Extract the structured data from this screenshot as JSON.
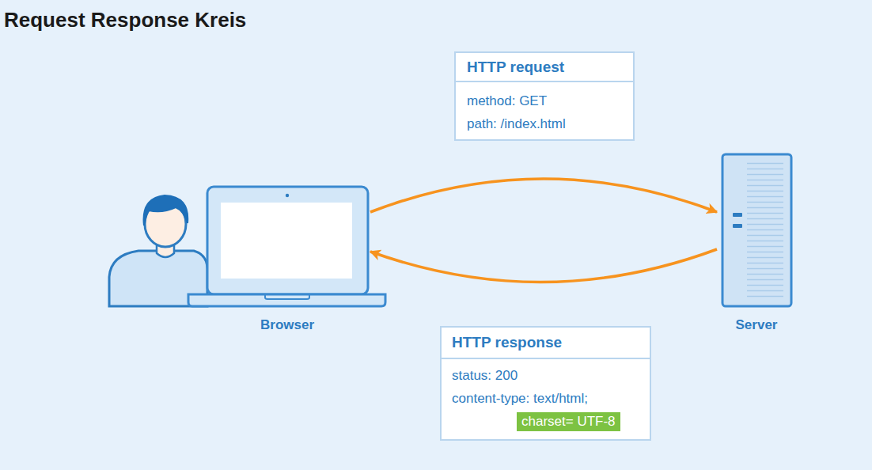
{
  "diagram": {
    "title": "Request Response Kreis",
    "nodes": [
      {
        "text": [
          "HTTP request",
          "method: GET",
          "path: /index.html"
        ]
      },
      {
        "text": [
          "Browser"
        ]
      },
      {
        "text": [
          "Server"
        ]
      },
      {
        "text": [
          "HTTP response",
          "status: 200",
          "content-type: text/html;",
          "charset= UTF-8"
        ]
      }
    ],
    "edges": [
      {
        "from": 1,
        "to": 2,
        "arrow": "to"
      },
      {
        "from": 2,
        "to": 1,
        "arrow": "to"
      }
    ]
  }
}
